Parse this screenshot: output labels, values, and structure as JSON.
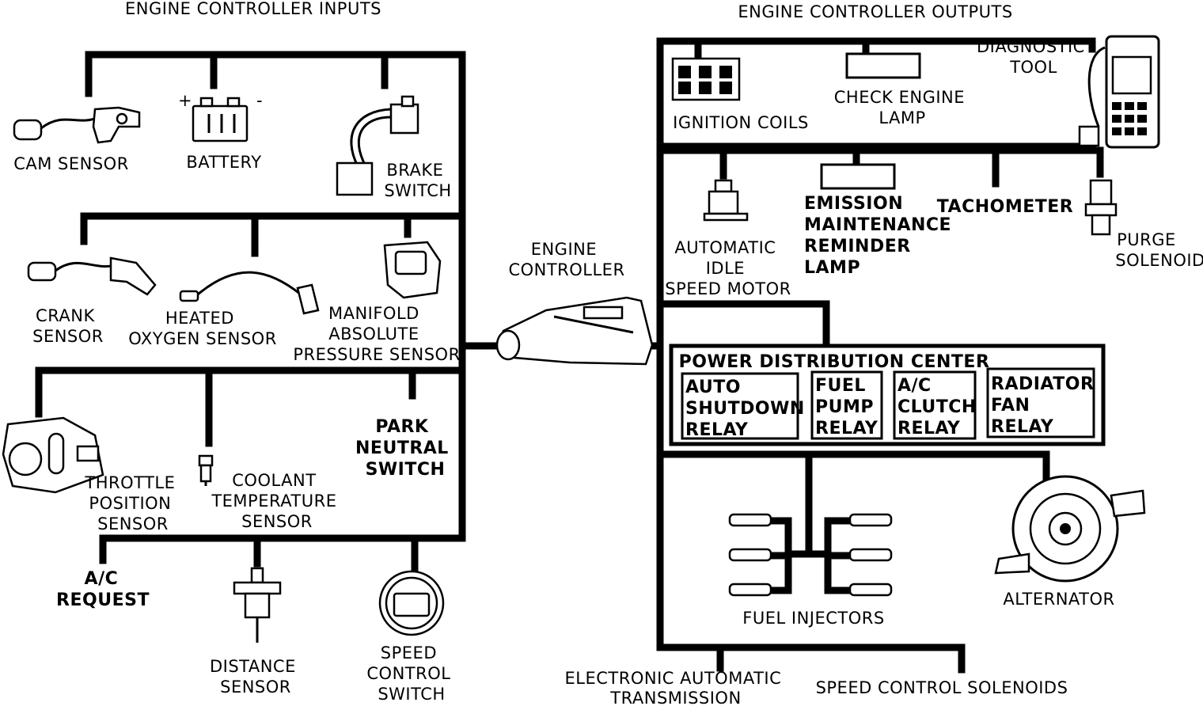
{
  "inputs": {
    "header": "ENGINE CONTROLLER INPUTS",
    "cam_sensor": "CAM SENSOR",
    "battery": "BATTERY",
    "battery_plus": "+",
    "battery_minus": "-",
    "brake_switch": [
      "BRAKE",
      "SWITCH"
    ],
    "crank_sensor": [
      "CRANK",
      "SENSOR"
    ],
    "heated_oxygen_sensor": [
      "HEATED",
      "OXYGEN SENSOR"
    ],
    "map_sensor": [
      "MANIFOLD",
      "ABSOLUTE",
      "PRESSURE SENSOR"
    ],
    "throttle_position_sensor": [
      "THROTTLE",
      "POSITION",
      "SENSOR"
    ],
    "coolant_temperature_sensor": [
      "COOLANT",
      "TEMPERATURE",
      "SENSOR"
    ],
    "park_neutral_switch": [
      "PARK",
      "NEUTRAL",
      "SWITCH"
    ],
    "ac_request": [
      "A/C",
      "REQUEST"
    ],
    "distance_sensor": [
      "DISTANCE",
      "SENSOR"
    ],
    "speed_control_switch": [
      "SPEED",
      "CONTROL",
      "SWITCH"
    ]
  },
  "controller": {
    "label": [
      "ENGINE",
      "CONTROLLER"
    ]
  },
  "outputs": {
    "header": "ENGINE CONTROLLER OUTPUTS",
    "ignition_coils": "IGNITION COILS",
    "check_engine_lamp": [
      "CHECK ENGINE",
      "LAMP"
    ],
    "diagnostic_tool": [
      "DIAGNOSTIC",
      "TOOL"
    ],
    "automatic_idle_speed_motor": [
      "AUTOMATIC",
      "IDLE",
      "SPEED MOTOR"
    ],
    "emission_maintenance_reminder_lamp": [
      "EMISSION",
      "MAINTENANCE",
      "REMINDER",
      "LAMP"
    ],
    "tachometer": "TACHOMETER",
    "purge_solenoid": [
      "PURGE",
      "SOLENOID"
    ],
    "power_distribution_center": {
      "title": "POWER DISTRIBUTION CENTER",
      "relays": [
        [
          "AUTO",
          "SHUTDOWN",
          "RELAY"
        ],
        [
          "FUEL",
          "PUMP",
          "RELAY"
        ],
        [
          "A/C",
          "CLUTCH",
          "RELAY"
        ],
        [
          "RADIATOR",
          "FAN",
          "RELAY"
        ]
      ]
    },
    "fuel_injectors": "FUEL INJECTORS",
    "alternator": "ALTERNATOR",
    "electronic_automatic_transmission": [
      "ELECTRONIC AUTOMATIC",
      "TRANSMISSION"
    ],
    "speed_control_solenoids": "SPEED CONTROL SOLENOIDS"
  }
}
